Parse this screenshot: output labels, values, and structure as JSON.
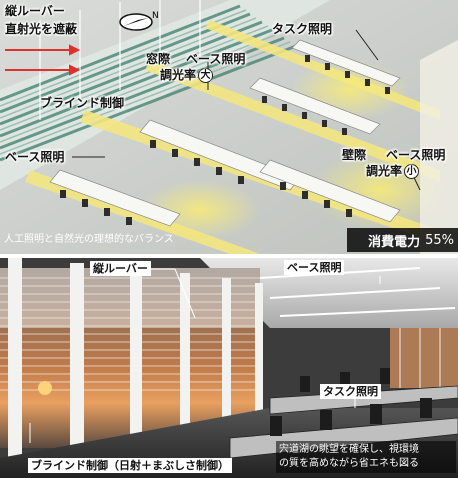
{
  "top": {
    "louver_label_line1": "縦ルーバー",
    "louver_label_line2": "直射光を遮蔽",
    "window_dimming_line1": "窓際",
    "window_dimming_line2": "調光率",
    "window_base_light": "ベース照明",
    "window_level": "大",
    "task_light": "タスク照明",
    "blind_control": "ブラインド制御",
    "base_light": "ベース照明",
    "wall_side": "壁際",
    "wall_base_light": "ベース照明",
    "wall_dimming": "調光率",
    "wall_level": "小",
    "caption": "人工照明と自然光の理想的なバランス",
    "power_label": "消費電力",
    "power_value": "55%"
  },
  "bottom": {
    "louver_label": "縦ルーバー",
    "base_light": "ベース照明",
    "task_light": "タスク照明",
    "blind_control": "ブラインド制御（日射＋まぶしさ制御）",
    "desc_line1": "宍道湖の眺望を確保し、視環境",
    "desc_line2": "の質を高めながら省エネも図る"
  },
  "colors": {
    "arrow_red": "#e0302a",
    "light_yellow": "#f3e680",
    "louver_green": "#4f8a7a"
  },
  "icons": [
    "compass-icon",
    "arrow-icon"
  ]
}
